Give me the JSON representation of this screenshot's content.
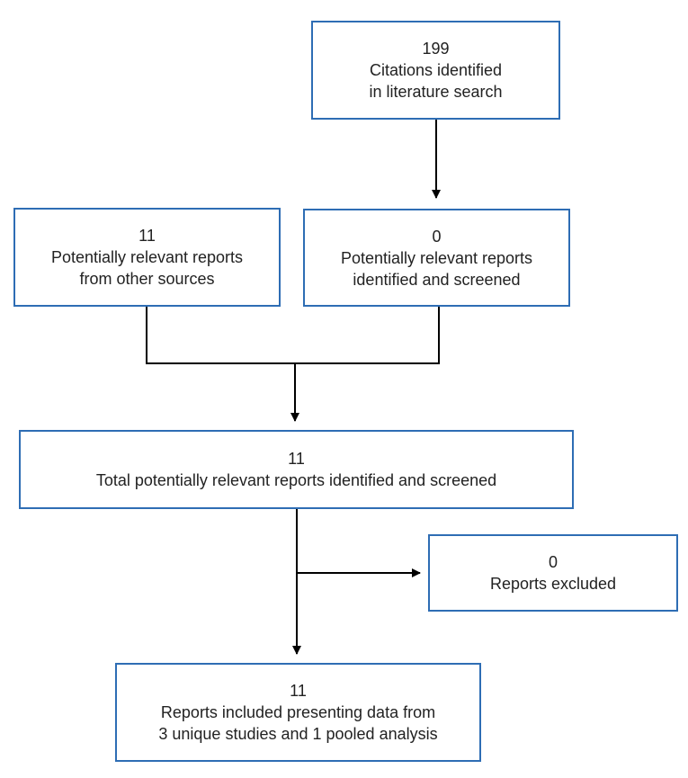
{
  "flowchart": {
    "citations": {
      "count": "199",
      "line1": "Citations identified",
      "line2": "in literature search"
    },
    "other_sources": {
      "count": "11",
      "line1": "Potentially relevant reports",
      "line2": "from other sources"
    },
    "identified_screened": {
      "count": "0",
      "line1": "Potentially relevant reports",
      "line2": "identified and screened"
    },
    "total": {
      "count": "11",
      "line1": "Total potentially relevant reports identified and screened"
    },
    "excluded": {
      "count": "0",
      "line1": "Reports excluded"
    },
    "included": {
      "count": "11",
      "line1": "Reports included presenting data from",
      "line2": "3 unique studies and 1 pooled analysis"
    }
  },
  "colors": {
    "box_border": "#2e6db4",
    "connector": "#000000",
    "text": "#222222"
  }
}
